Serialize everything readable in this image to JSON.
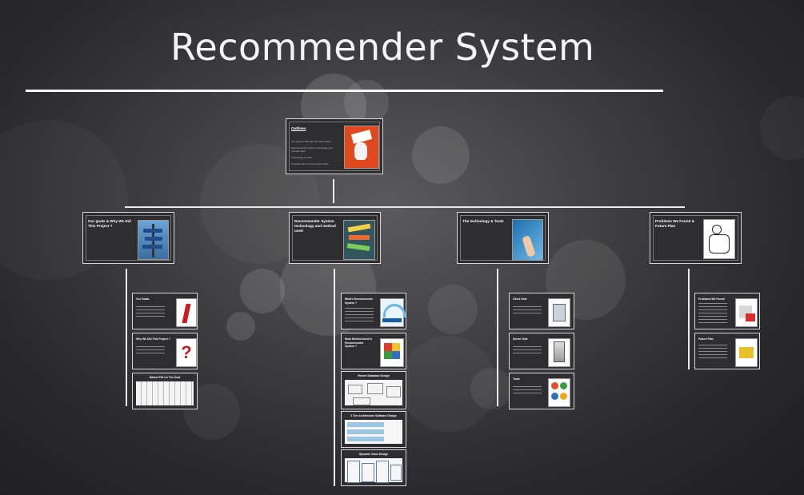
{
  "title": "Recommender System",
  "root": {
    "title": "Outlines",
    "bullets": [
      "Our goals & Why We Did This Project",
      "Recommender System technology and method used",
      "Technology & Tools",
      "Problems We Found & Future Plan"
    ]
  },
  "branches": [
    {
      "title": "Our goals & Why We Did This Project ?",
      "children": [
        {
          "title": "Our Goals"
        },
        {
          "title": "Why We Did This Project ?"
        },
        {
          "title": "Market Pitt On The Goal"
        }
      ]
    },
    {
      "title": "Recommender System technology and method used",
      "children": [
        {
          "title": "What's Recommender System ?"
        },
        {
          "title": "Most Method Used In Recommender System ?"
        },
        {
          "title": "Recent Database Design"
        },
        {
          "title": "3 Tier Architecture Software Design"
        },
        {
          "title": "Dynamic Class Design"
        }
      ]
    },
    {
      "title": "The technology & Tools",
      "children": [
        {
          "title": "Client Side"
        },
        {
          "title": "Server Side"
        },
        {
          "title": "Tools"
        }
      ]
    },
    {
      "title": "Problems We Found & Future Plan",
      "children": [
        {
          "title": "Problems We Found"
        },
        {
          "title": "Future Plan"
        }
      ]
    }
  ]
}
